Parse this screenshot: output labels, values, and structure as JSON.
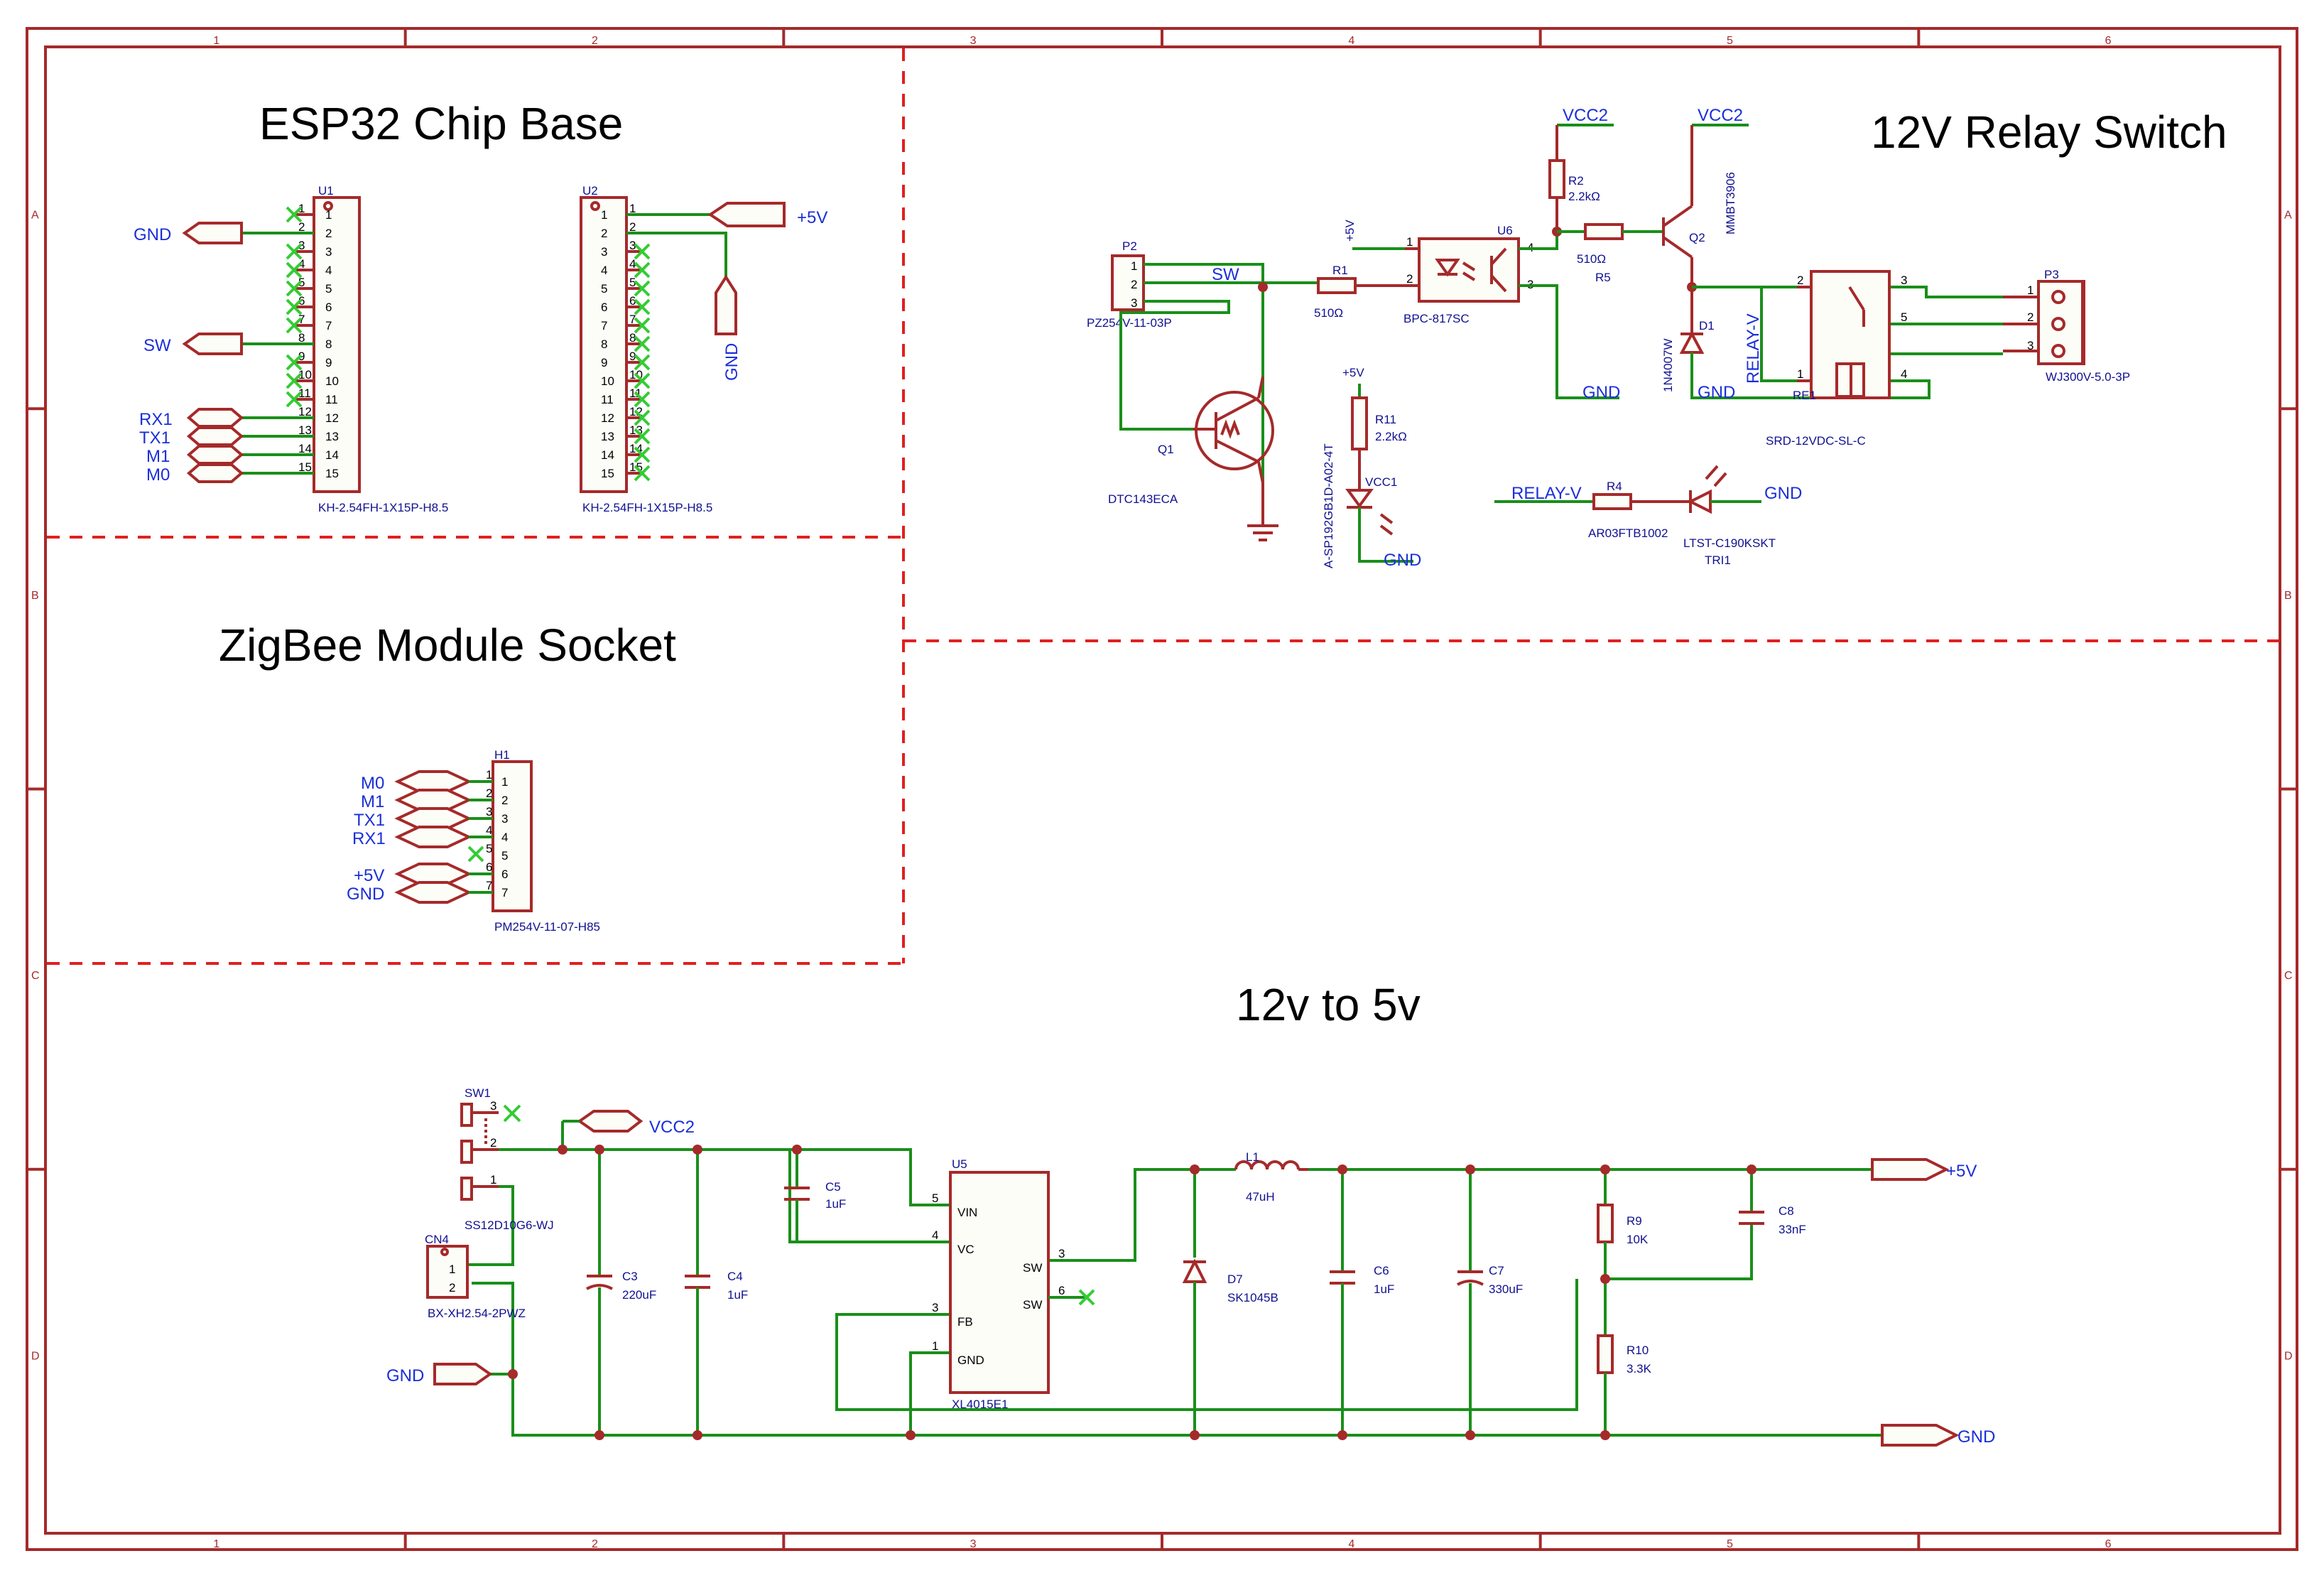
{
  "sections": {
    "esp32": "ESP32 Chip Base",
    "relay": "12V Relay Switch",
    "zigbee": "ZigBee Module Socket",
    "power": "12v to 5v"
  },
  "border": {
    "columns": [
      "1",
      "2",
      "3",
      "4",
      "5",
      "6"
    ],
    "rows": [
      "A",
      "B",
      "C",
      "D"
    ]
  },
  "nets": {
    "gnd": "GND",
    "sw": "SW",
    "rx1": "RX1",
    "tx1": "TX1",
    "m1": "M1",
    "m0": "M0",
    "p5v": "+5V",
    "vcc2": "VCC2",
    "vcc1": "VCC1",
    "relay_v": "RELAY-V"
  },
  "pin_numbers": [
    "1",
    "2",
    "3",
    "4",
    "5",
    "6",
    "7",
    "8",
    "9",
    "10",
    "11",
    "12",
    "13",
    "14",
    "15"
  ],
  "components": {
    "u1": {
      "ref": "U1",
      "part": "KH-2.54FH-1X15P-H8.5"
    },
    "u2": {
      "ref": "U2",
      "part": "KH-2.54FH-1X15P-H8.5"
    },
    "h1": {
      "ref": "H1",
      "part": "PM254V-11-07-H85"
    },
    "p2": {
      "ref": "P2",
      "part": "PZ254V-11-03P"
    },
    "q1": {
      "ref": "Q1",
      "part": "DTC143ECA"
    },
    "r1": {
      "ref": "R1",
      "value": "510Ω"
    },
    "u6": {
      "ref": "U6",
      "part": "BPC-817SC"
    },
    "r2": {
      "ref": "R2",
      "value": "2.2kΩ"
    },
    "r5": {
      "ref": "R5",
      "value": "510Ω"
    },
    "q2": {
      "ref": "Q2",
      "part": "MMBT3906"
    },
    "d1": {
      "ref": "D1",
      "part": "1N4007W"
    },
    "re1": {
      "ref": "RE1",
      "part": "SRD-12VDC-SL-C"
    },
    "p3": {
      "ref": "P3",
      "part": "WJ300V-5.0-3P"
    },
    "r11": {
      "ref": "R11",
      "value": "2.2kΩ"
    },
    "led1": {
      "part": "A-SP192GB1D-A02-4T"
    },
    "r4": {
      "ref": "R4",
      "part": "AR03FTB1002"
    },
    "tri1": {
      "ref": "TRI1",
      "part": "LTST-C190KSKT"
    },
    "sw1": {
      "ref": "SW1",
      "part": "SS12D10G6-WJ"
    },
    "cn4": {
      "ref": "CN4",
      "part": "BX-XH2.54-2PWZ"
    },
    "c3": {
      "ref": "C3",
      "value": "220uF"
    },
    "c4": {
      "ref": "C4",
      "value": "1uF"
    },
    "c5": {
      "ref": "C5",
      "value": "1uF"
    },
    "u5": {
      "ref": "U5",
      "part": "XL4015E1",
      "pins": [
        "VIN",
        "VC",
        "FB",
        "GND",
        "SW",
        "SW"
      ]
    },
    "l1": {
      "ref": "L1",
      "value": "47uH"
    },
    "d7": {
      "ref": "D7",
      "part": "SK1045B"
    },
    "c6": {
      "ref": "C6",
      "value": "1uF"
    },
    "c7": {
      "ref": "C7",
      "value": "330uF"
    },
    "r9": {
      "ref": "R9",
      "value": "10K"
    },
    "r10": {
      "ref": "R10",
      "value": "3.3K"
    },
    "c8": {
      "ref": "C8",
      "value": "33nF"
    }
  }
}
